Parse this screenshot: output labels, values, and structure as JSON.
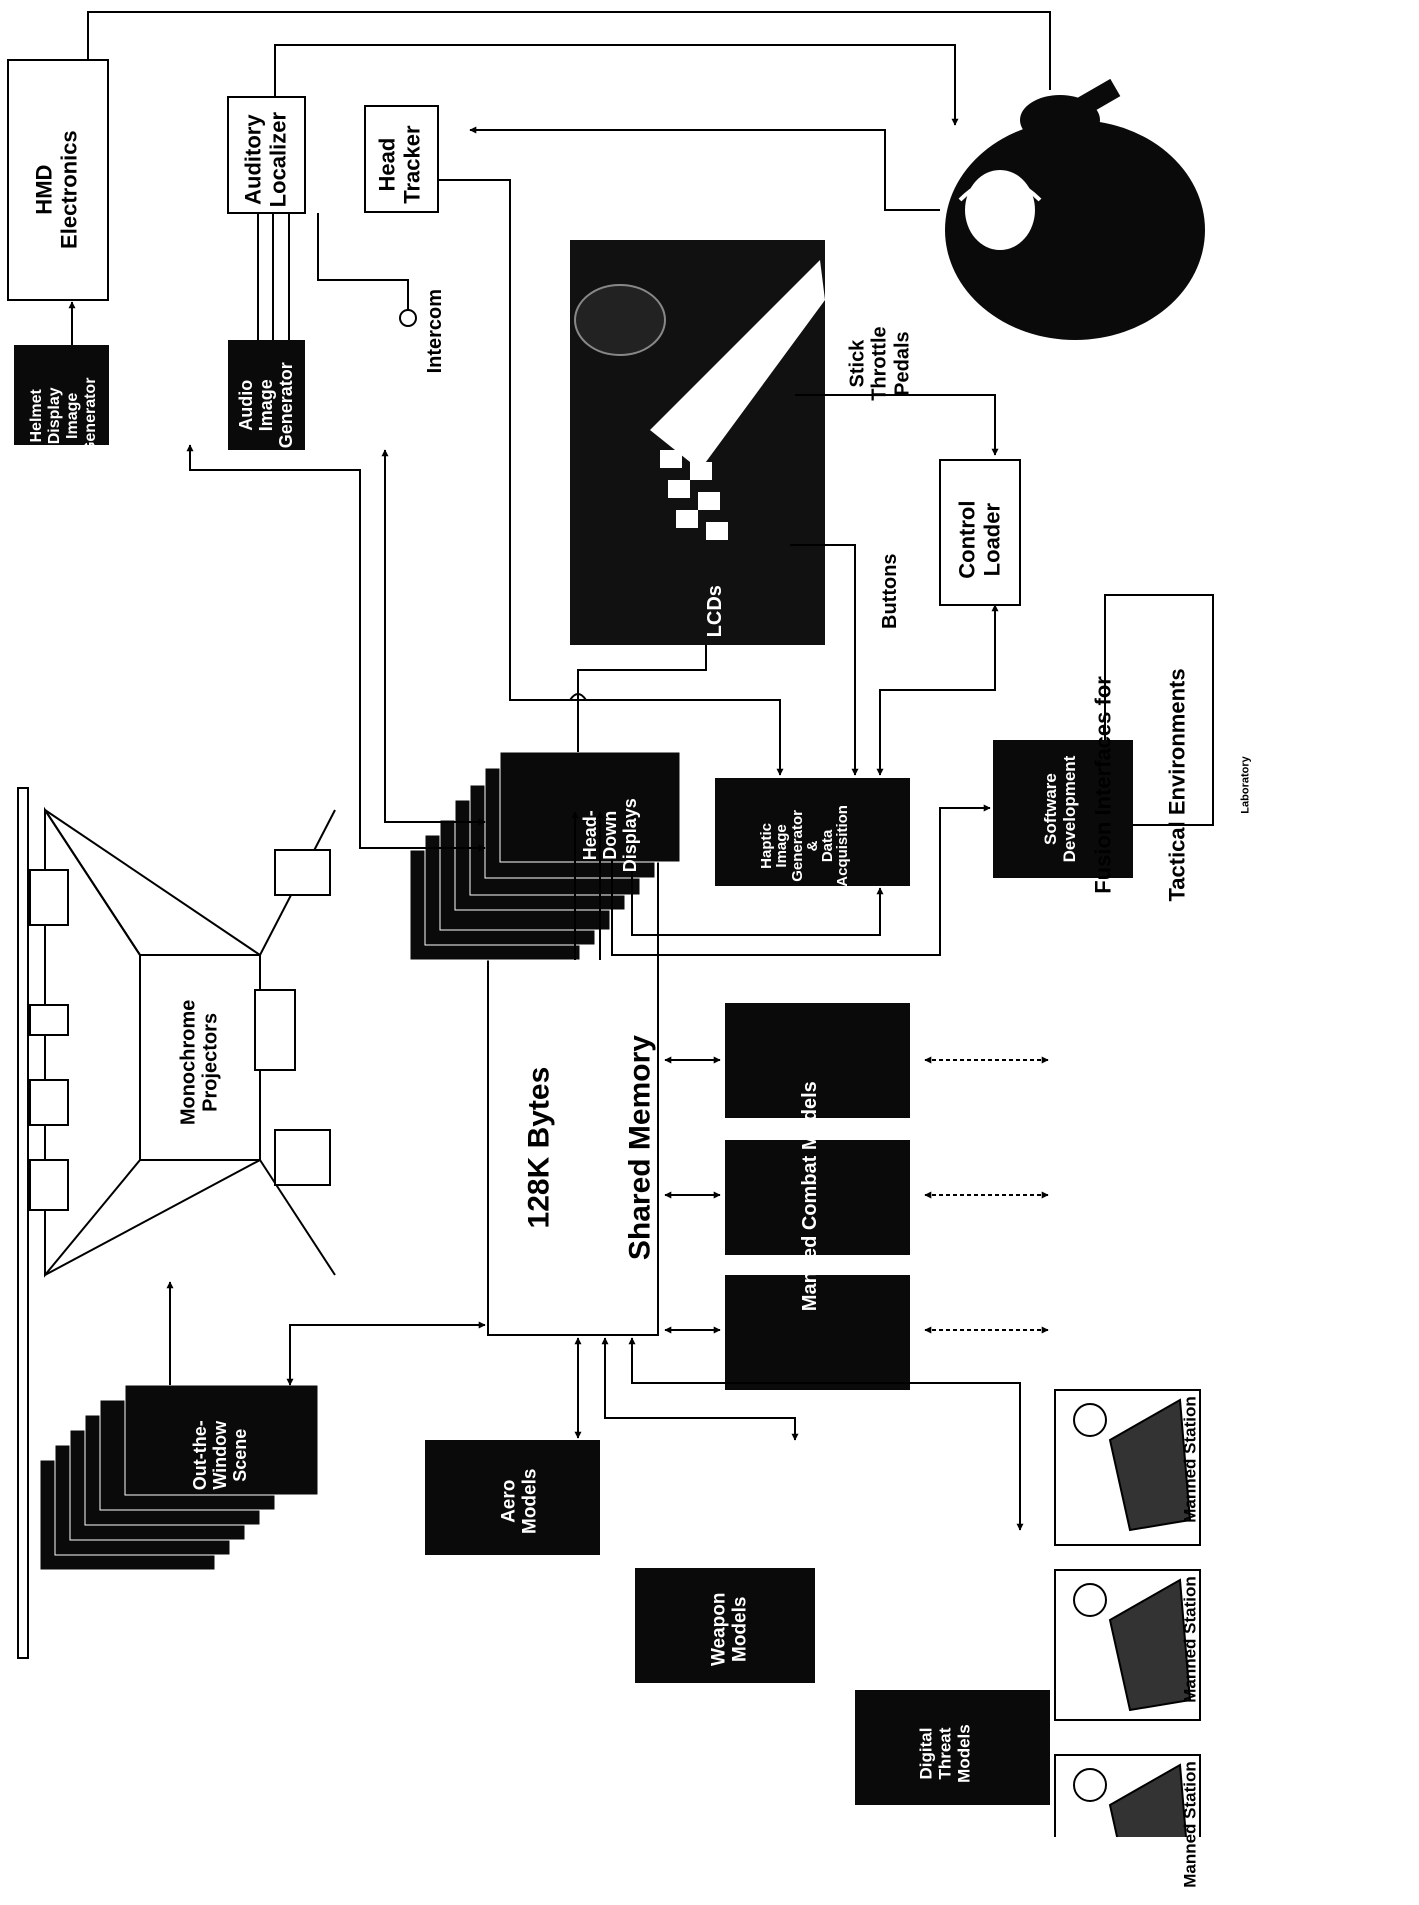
{
  "diagram": {
    "lab_title": {
      "line1": "Fusion Interfaces for",
      "line2": "Tactical Environments",
      "line3": "Laboratory"
    },
    "shared_memory": {
      "line1": "128K Bytes",
      "line2": "Shared Memory"
    },
    "hmd_electronics": "HMD\nElectronics",
    "auditory_localizer": "Auditory\nLocalizer",
    "head_tracker": "Head\nTracker",
    "control_loader": "Control\nLoader",
    "monochrome_projectors": "Monochrome\nProjectors",
    "helmet_display_ig": "Helmet\nDisplay\nImage\nGenerator",
    "audio_ig": "Audio\nImage\nGenerator",
    "intercom": "Intercom",
    "stick_throttle_pedals": "Stick\nThrottle\nPedals",
    "buttons": "Buttons",
    "lcds": "LCDs",
    "head_down_displays": "Head-\nDown\nDisplays",
    "haptic_ig": "Haptic\nImage\nGenerator\n&\nData\nAcquisition",
    "software_development": "Software\nDevelopment",
    "manned_combat_models": "Manned Combat Models",
    "out_the_window_scene": "Out-the-\nWindow\nScene",
    "aero_models": "Aero\nModels",
    "weapon_models": "Weapon\nModels",
    "digital_threat_models": "Digital\nThreat\nModels",
    "manned_station_1": "Manned Station",
    "manned_station_2": "Manned Station",
    "manned_station_3": "Manned Station"
  }
}
